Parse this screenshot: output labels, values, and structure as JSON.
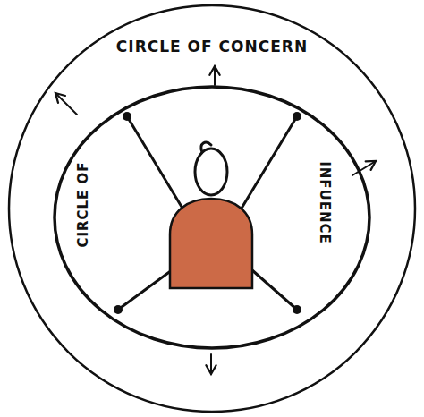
{
  "diagram": {
    "nodes": [
      {
        "text": [
          "CIRCLE OF CONCERN"
        ]
      },
      {
        "text": [
          "CIRCLE OF",
          "INFUENCE"
        ],
        "in": 0
      }
    ]
  }
}
